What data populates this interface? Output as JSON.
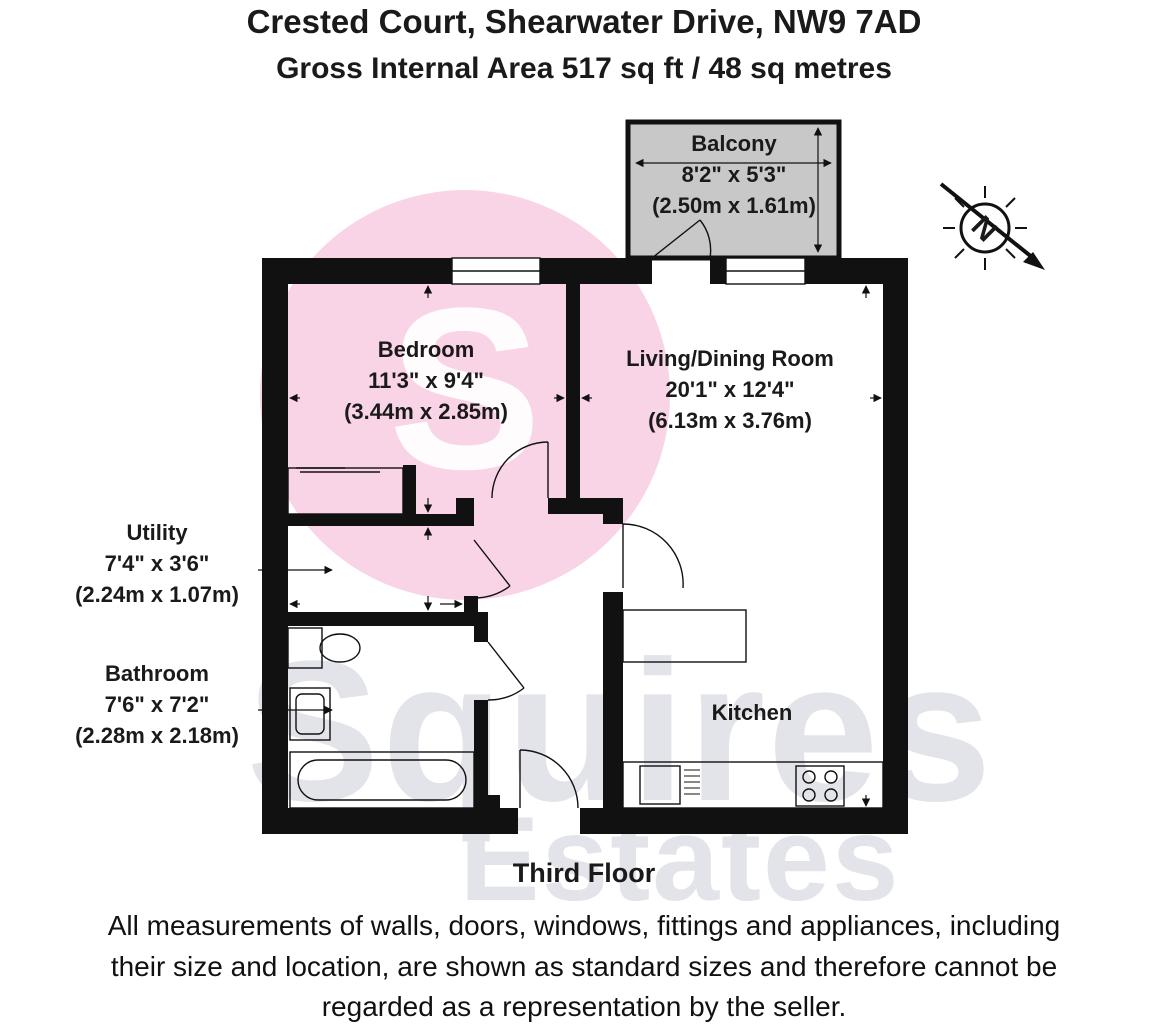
{
  "header": {
    "address": "Crested Court, Shearwater Drive, NW9 7AD",
    "area": "Gross Internal Area 517 sq ft / 48 sq metres"
  },
  "rooms": {
    "balcony": {
      "name": "Balcony",
      "imperial": "8'2\" x 5'3\"",
      "metric": "(2.50m x 1.61m)"
    },
    "bedroom": {
      "name": "Bedroom",
      "imperial": "11'3\" x 9'4\"",
      "metric": "(3.44m x 2.85m)"
    },
    "living": {
      "name": "Living/Dining Room",
      "imperial": "20'1\" x 12'4\"",
      "metric": "(6.13m x 3.76m)"
    },
    "utility": {
      "name": "Utility",
      "imperial": "7'4\" x 3'6\"",
      "metric": "(2.24m x 1.07m)"
    },
    "bathroom": {
      "name": "Bathroom",
      "imperial": "7'6\" x 7'2\"",
      "metric": "(2.28m x 2.18m)"
    },
    "kitchen": {
      "name": "Kitchen"
    }
  },
  "floor_label": "Third Floor",
  "compass": {
    "letter": "N"
  },
  "watermark": {
    "text": "Squires Estates",
    "brand_color": "#f9d3e6",
    "word_color": "#e3e3ea"
  },
  "disclaimer": [
    "All measurements of walls, doors, windows, fittings and appliances, including",
    "their size and location, are shown as standard sizes and therefore cannot be",
    "regarded as a representation by the seller."
  ],
  "colors": {
    "wall": "#111111",
    "balcony_fill": "#c8c8c8",
    "text": "#1a1a1a"
  }
}
